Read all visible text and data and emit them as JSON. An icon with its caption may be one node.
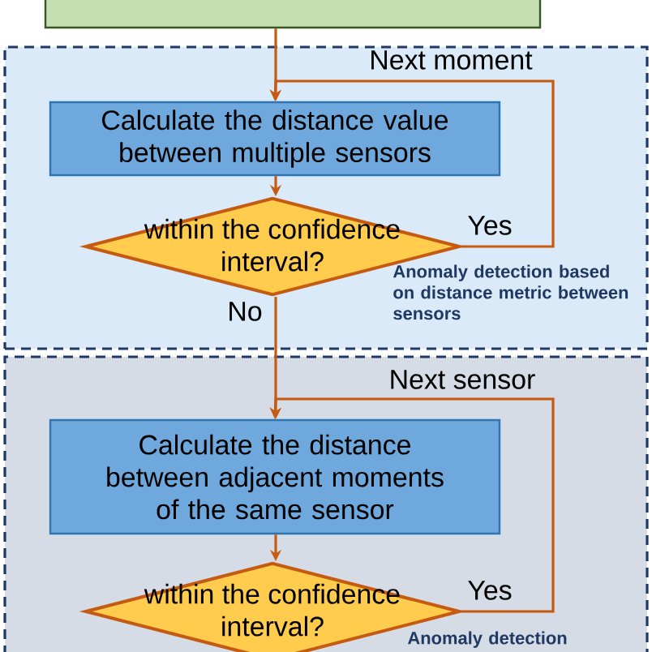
{
  "diagram": {
    "nodes": [
      {
        "text": [],
        "shape": "box"
      },
      {
        "text": [
          "Anomaly detection based on distance metric between sensors"
        ]
      },
      {
        "text": [
          "Calculate the distance value between multiple sensors"
        ],
        "in": 1
      },
      {
        "text": [
          "within the confidence interval?"
        ],
        "in": 1
      },
      {
        "text": [
          "Anomaly detection"
        ]
      },
      {
        "text": [
          "Calculate the distance between adjacent moments of the same sensor"
        ],
        "in": 4
      },
      {
        "text": [
          "within the confidence interval?"
        ],
        "in": 4
      }
    ],
    "edges": [
      {
        "from": 0,
        "to": 2,
        "arrow": "to"
      },
      {
        "from": 2,
        "to": 3,
        "arrow": "to"
      },
      {
        "from": 3,
        "to": 2,
        "arrow": "to",
        "label": "Yes"
      },
      {
        "from": 3,
        "to": 5,
        "arrow": "to",
        "label": "No"
      },
      {
        "from": 5,
        "to": 6,
        "arrow": "to"
      },
      {
        "from": 6,
        "to": 5,
        "arrow": "to",
        "label": "Yes"
      }
    ],
    "labels": [
      "Next moment",
      "Next sensor"
    ]
  }
}
